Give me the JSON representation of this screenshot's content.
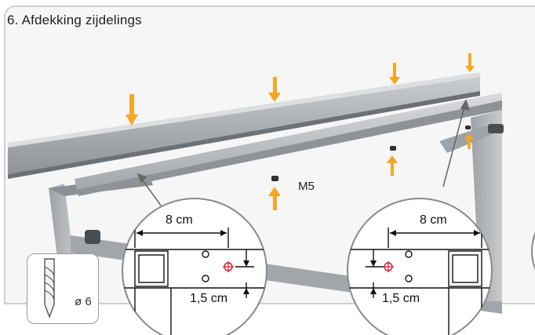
{
  "title": "6. Afdekking zijdelings",
  "part_label": "M5",
  "drill": {
    "label": "ø 6",
    "icon": "drill-bit-icon"
  },
  "detail_left": {
    "distance": "8 cm",
    "offset": "1,5 cm"
  },
  "detail_right": {
    "distance": "8 cm",
    "offset": "1,5 cm"
  },
  "colors": {
    "arrow": "#f5a623",
    "marker": "#e0142a",
    "metal": "#b9bcc0",
    "frame": "#cfcfcf"
  }
}
